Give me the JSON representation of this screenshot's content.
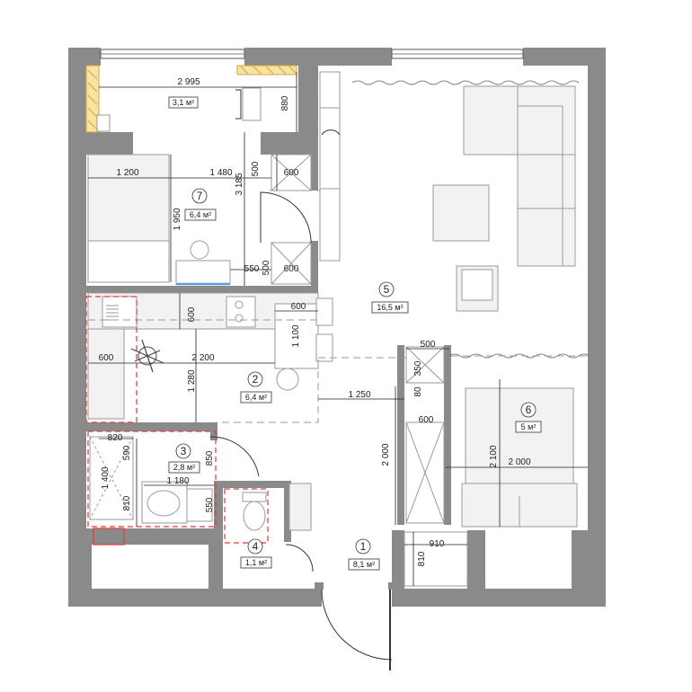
{
  "rooms": [
    {
      "id": "1",
      "area": "8,1 м²"
    },
    {
      "id": "2",
      "area": "6,4 м²"
    },
    {
      "id": "3",
      "area": "2,8 м²"
    },
    {
      "id": "4",
      "area": "1,1 м²"
    },
    {
      "id": "5",
      "area": "16,5 м²"
    },
    {
      "id": "6",
      "area": "5 м²"
    },
    {
      "id": "7",
      "area": "6,4 м²"
    }
  ],
  "balcony": {
    "area": "3,1 м²"
  },
  "dimensions": {
    "balcony_width": "2 995",
    "balcony_depth": "880",
    "bed7_width": "1 200",
    "room7_width": "1 480",
    "room7_depth": "3 185",
    "bed7_length": "1 950",
    "wardrobe7_top_depth": "500",
    "wardrobe7_top_width": "600",
    "wardrobe7_bot_width": "600",
    "wardrobe7_bot_depth": "500",
    "desk7_width": "550",
    "kitchen_depth": "600",
    "kitchen_left": "600",
    "kitchen_width": "2 200",
    "kitchen_height": "1 280",
    "table_width": "600",
    "table_length": "1 100",
    "hall_width": "1 250",
    "wardrobe_width": "500",
    "wardrobe_inner": "350",
    "wardrobe_gap": "80",
    "wardrobe_side": "600",
    "corridor_length": "2 000",
    "bed6_length": "2 100",
    "bed6_width": "2 000",
    "shower_width": "820",
    "shower_depth": "1 400",
    "bath_a": "590",
    "bath_b": "810",
    "bath_width": "1 180",
    "bath_c": "850",
    "bath_d": "550",
    "closet_width": "910",
    "closet_depth": "810"
  }
}
